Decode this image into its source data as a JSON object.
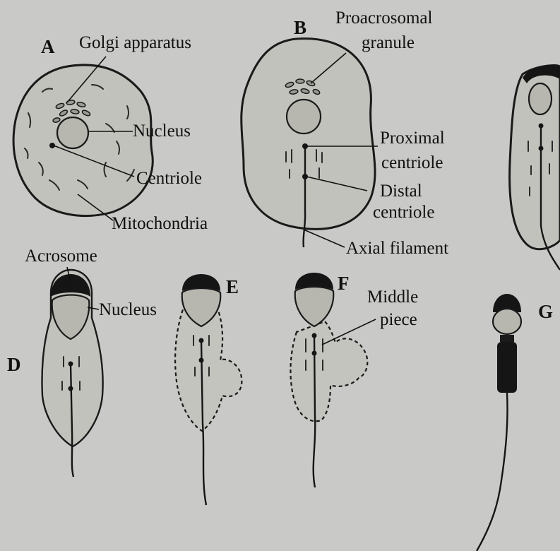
{
  "panels": {
    "a": "A",
    "b": "B",
    "d": "D",
    "e": "E",
    "f": "F",
    "g": "G"
  },
  "labels": {
    "golgi": "Golgi apparatus",
    "nucleus_a": "Nucleus",
    "centriole": "Centriole",
    "mitochondria": "Mitochondria",
    "proacrosomal_1": "Proacrosomal",
    "proacrosomal_2": "granule",
    "proximal_1": "Proximal",
    "proximal_2": "centriole",
    "distal_1": "Distal",
    "distal_2": "centriole",
    "axial": "Axial filament",
    "acrosome": "Acrosome",
    "nucleus_d": "Nucleus",
    "middle_1": "Middle",
    "middle_2": "piece"
  }
}
